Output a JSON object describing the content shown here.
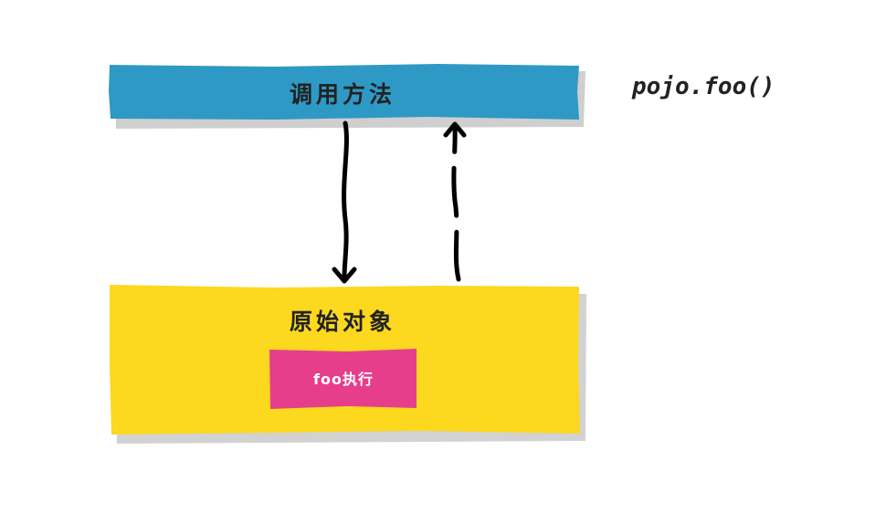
{
  "caller_box": {
    "label": "调用方法"
  },
  "original_object_box": {
    "label": "原始对象"
  },
  "foo_exec_box": {
    "label": "foo执行"
  },
  "code_annotation": "pojo.foo()",
  "colors": {
    "caller_fill": "#2f99c6",
    "original_fill": "#fcd81e",
    "exec_fill": "#e73e8c",
    "arrow": "#000000",
    "shadow": "#c9c9c9"
  }
}
